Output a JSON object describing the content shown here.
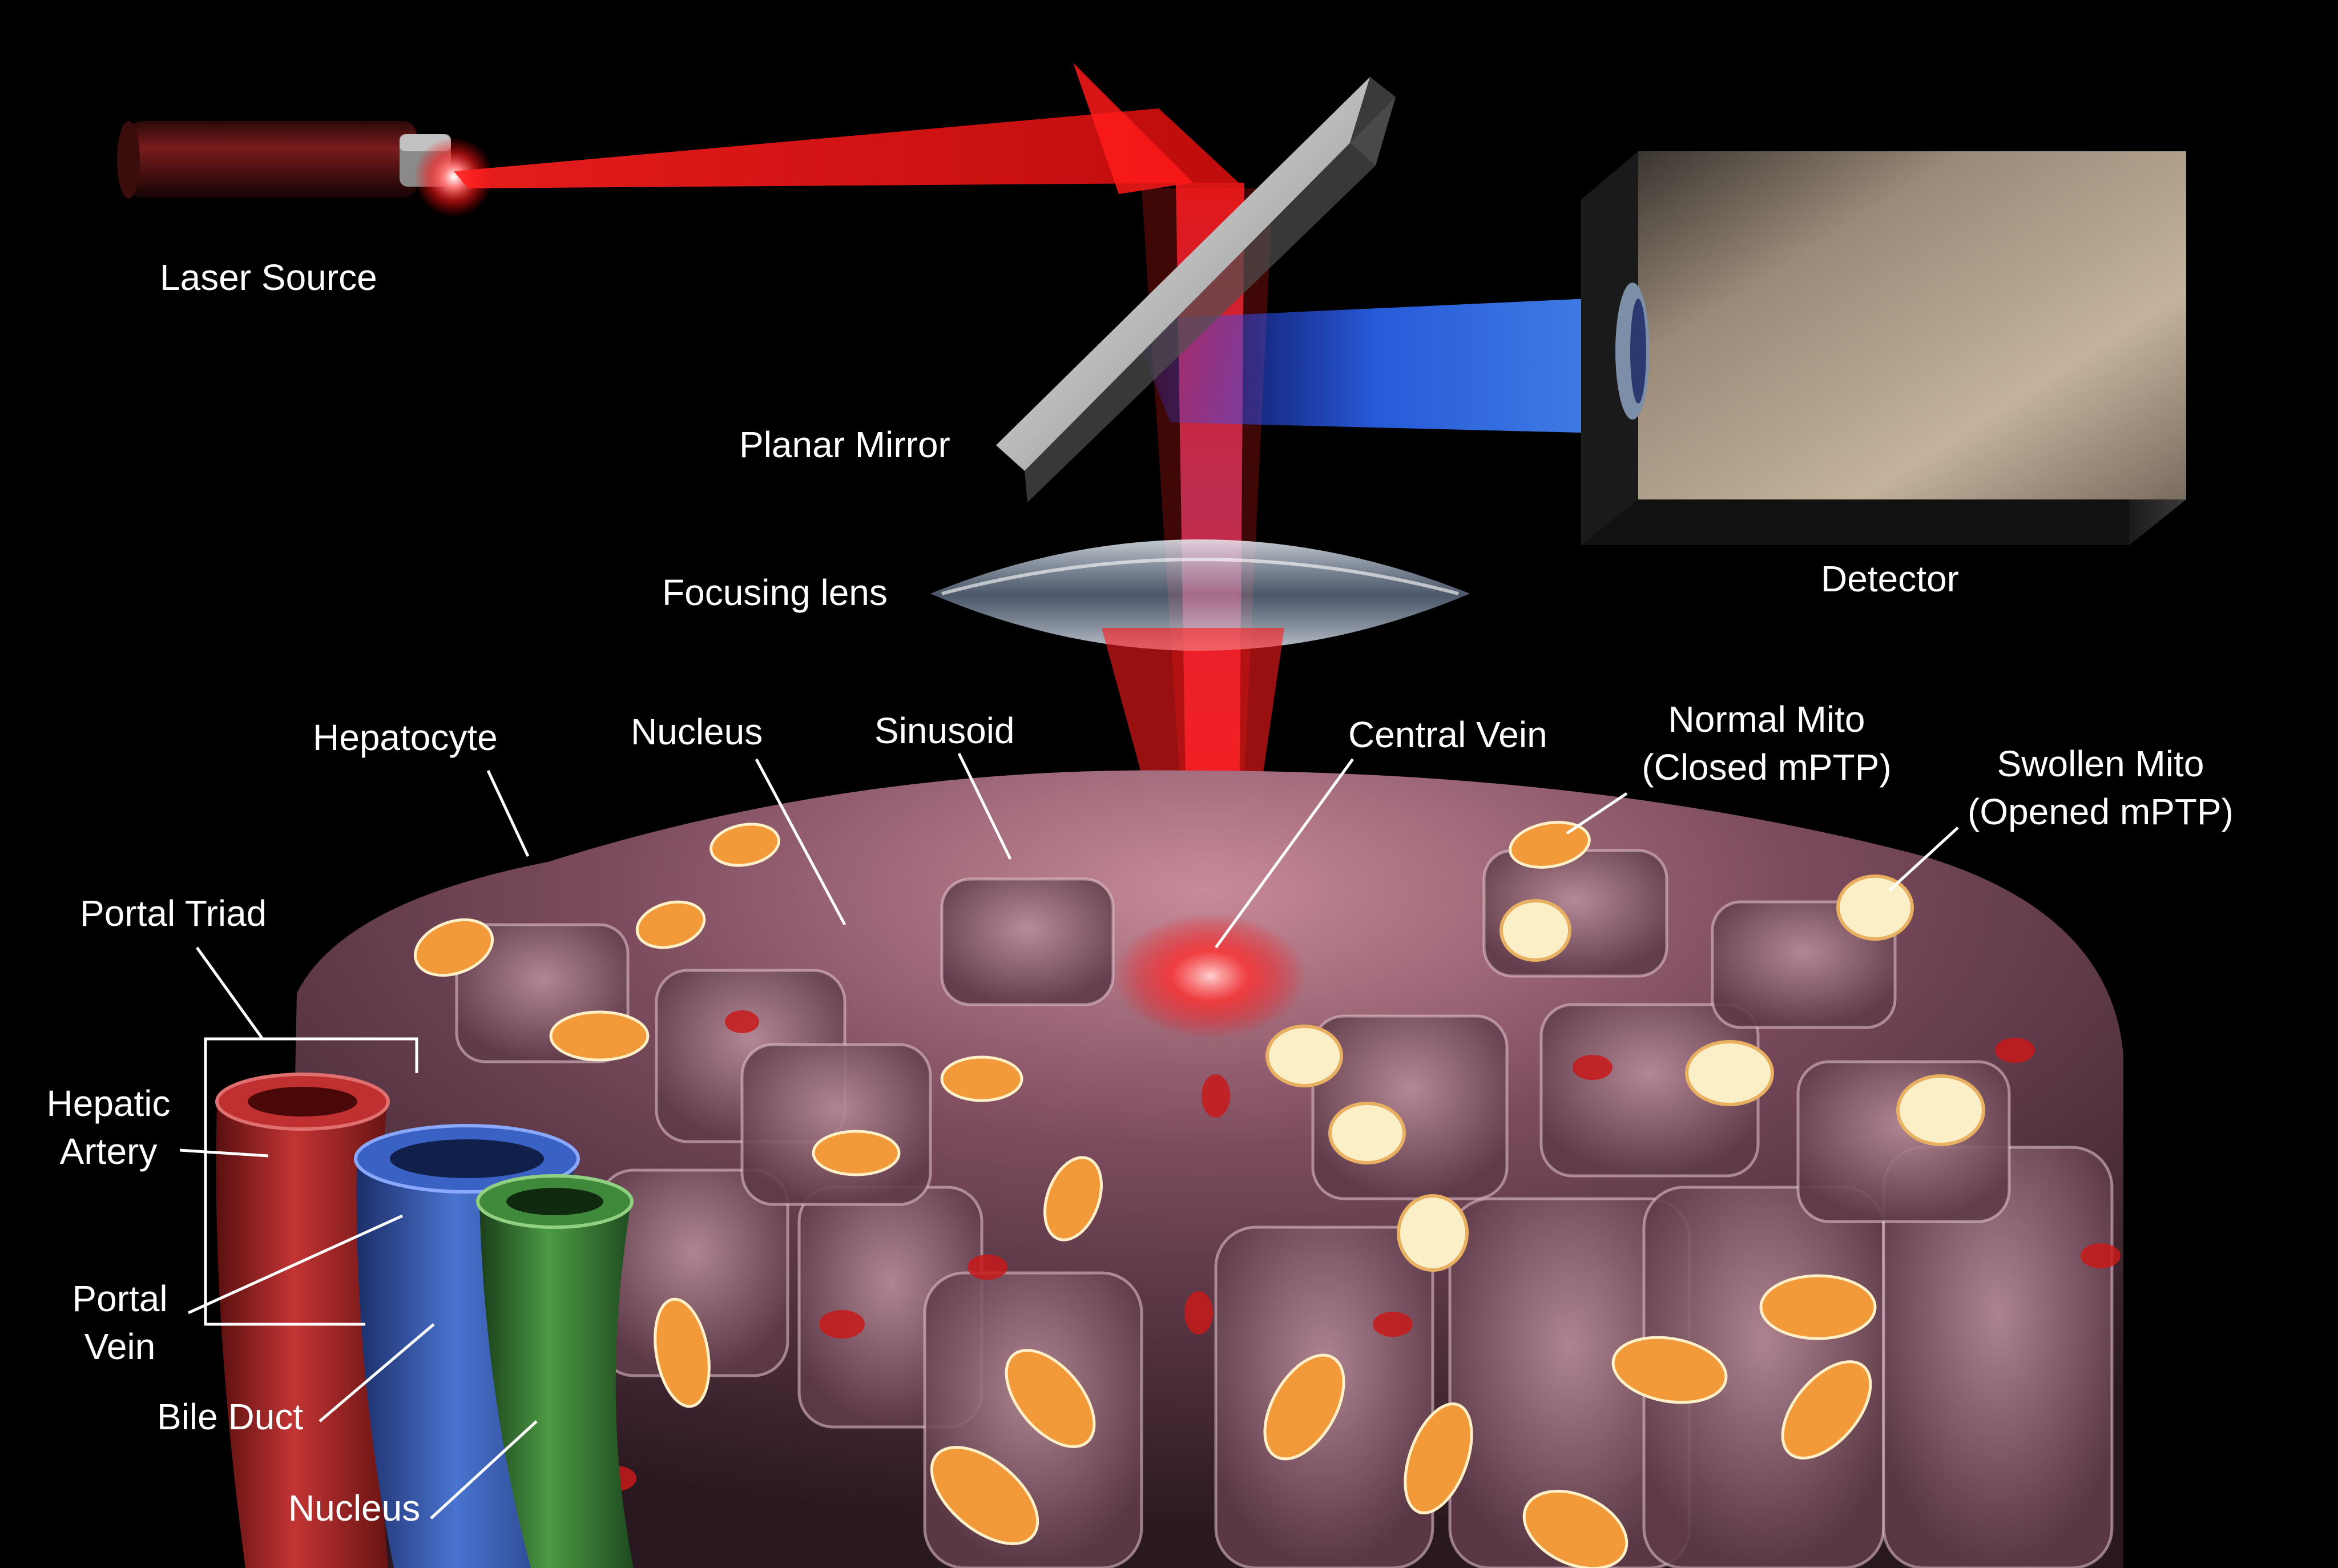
{
  "colors": {
    "background": "#000000",
    "laser_red": "#ff1a1a",
    "emission_blue": "#2f6bff",
    "hepatic_artery": "#b82a2a",
    "portal_vein": "#3a62c4",
    "bile_duct": "#3f8a3a",
    "mitochondria": "#f29a3a",
    "label_text": "#ffffff"
  },
  "labels": {
    "laser_source": "Laser Source",
    "planar_mirror": "Planar Mirror",
    "detector": "Detector",
    "focusing_lens": "Focusing lens",
    "hepatocyte": "Hepatocyte",
    "nucleus_top": "Nucleus",
    "sinusoid": "Sinusoid",
    "central_vein": "Central Vein",
    "normal_mito": [
      "Normal Mito",
      "(Closed mPTP)"
    ],
    "swollen_mito": [
      "Swollen Mito",
      "(Opened mPTP)"
    ],
    "portal_triad": "Portal Triad",
    "hepatic_artery": [
      "Hepatic",
      "Artery"
    ],
    "portal_vein": [
      "Portal",
      "Vein"
    ],
    "bile_duct": "Bile Duct",
    "nucleus_bottom": "Nucleus"
  },
  "icons": [
    "laser-source-icon",
    "planar-mirror-icon",
    "focusing-lens-icon",
    "detector-icon",
    "tissue-lobule-illustration"
  ]
}
